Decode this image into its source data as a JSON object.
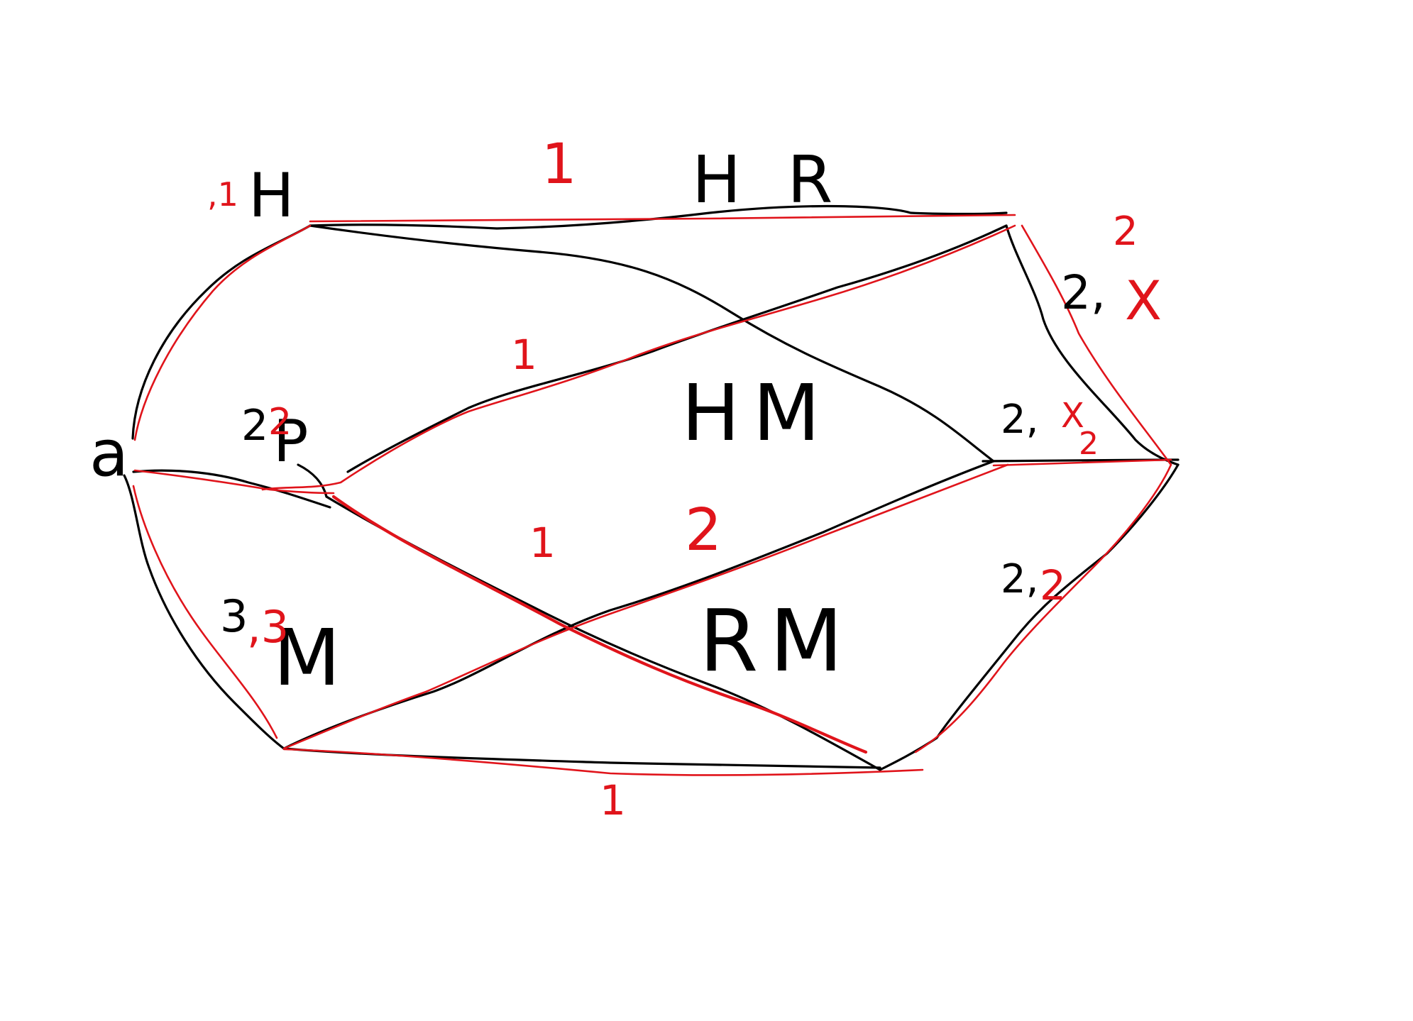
{
  "colors": {
    "background": "#ffffff",
    "ink_black": "#000000",
    "ink_red": "#e0141b"
  },
  "nodes": {
    "start": "a",
    "top_left": "H",
    "top_left_annotation": ",1",
    "top_left_number": "1",
    "mid_left": "P",
    "mid_left_number_black": "2",
    "mid_left_number_red": "2",
    "bottom_left": "M",
    "bottom_left_number": "3",
    "bottom_left_red": ",3",
    "top_right_black": "2,",
    "top_right_red_x": "X",
    "top_right_red_num": "2",
    "mid_right_black": "2,",
    "mid_right_red_x": "X",
    "mid_right_red_num": "2",
    "bottom_right_black": "2,",
    "bottom_right_red": "2"
  },
  "region_labels": {
    "top": "H R",
    "middle": "HM",
    "bottom": "RM"
  },
  "edge_weights": {
    "top": "1",
    "upper_cross": "1",
    "lower_cross_left": "1",
    "lower_cross_right": "2",
    "bottom": "1"
  }
}
